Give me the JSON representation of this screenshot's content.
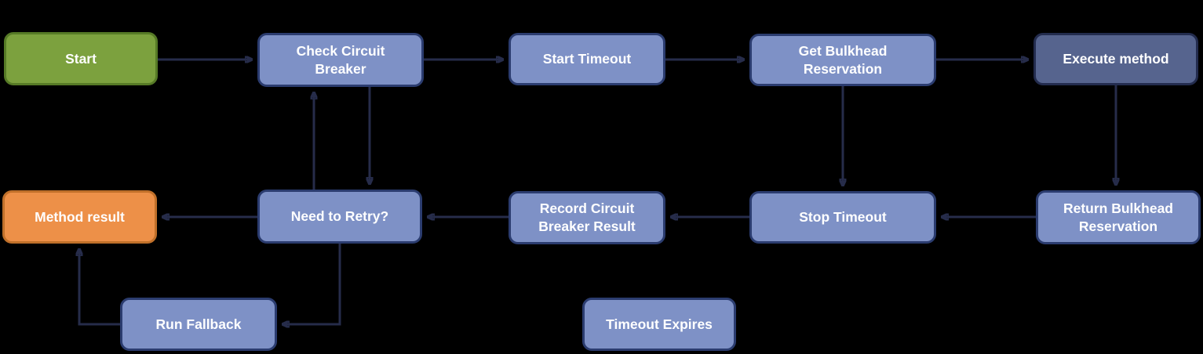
{
  "diagram": {
    "type": "flowchart",
    "nodes": {
      "start": {
        "label": "Start",
        "shape": "rounded-rect",
        "color_role": "green"
      },
      "check_circuit_breaker": {
        "label": "Check Circuit\nBreaker",
        "shape": "rounded-rect",
        "color_role": "blue"
      },
      "start_timeout": {
        "label": "Start Timeout",
        "shape": "rounded-rect",
        "color_role": "blue"
      },
      "get_bulkhead_reservation": {
        "label": "Get Bulkhead\nReservation",
        "shape": "rounded-rect",
        "color_role": "blue"
      },
      "execute_method": {
        "label": "Execute method",
        "shape": "rounded-rect",
        "color_role": "dark"
      },
      "method_result": {
        "label": "Method result",
        "shape": "rounded-rect",
        "color_role": "orange"
      },
      "need_to_retry": {
        "label": "Need to Retry?",
        "shape": "rounded-rect",
        "color_role": "blue"
      },
      "record_circuit_breaker_result": {
        "label": "Record Circuit\nBreaker Result",
        "shape": "rounded-rect",
        "color_role": "blue"
      },
      "stop_timeout": {
        "label": "Stop Timeout",
        "shape": "rounded-rect",
        "color_role": "blue"
      },
      "return_bulkhead_reservation": {
        "label": "Return Bulkhead\nReservation",
        "shape": "rounded-rect",
        "color_role": "blue"
      },
      "run_fallback": {
        "label": "Run Fallback",
        "shape": "rounded-rect",
        "color_role": "blue"
      },
      "timeout_expires": {
        "label": "Timeout Expires",
        "shape": "rounded-rect",
        "color_role": "blue"
      }
    },
    "edges": [
      {
        "from": "start",
        "to": "check_circuit_breaker"
      },
      {
        "from": "check_circuit_breaker",
        "to": "start_timeout"
      },
      {
        "from": "start_timeout",
        "to": "get_bulkhead_reservation"
      },
      {
        "from": "get_bulkhead_reservation",
        "to": "execute_method"
      },
      {
        "from": "execute_method",
        "to": "return_bulkhead_reservation"
      },
      {
        "from": "get_bulkhead_reservation",
        "to": "stop_timeout"
      },
      {
        "from": "return_bulkhead_reservation",
        "to": "stop_timeout"
      },
      {
        "from": "stop_timeout",
        "to": "record_circuit_breaker_result"
      },
      {
        "from": "record_circuit_breaker_result",
        "to": "need_to_retry"
      },
      {
        "from": "need_to_retry",
        "to": "method_result"
      },
      {
        "from": "need_to_retry",
        "to": "check_circuit_breaker"
      },
      {
        "from": "check_circuit_breaker",
        "to": "need_to_retry"
      },
      {
        "from": "need_to_retry",
        "to": "run_fallback"
      },
      {
        "from": "run_fallback",
        "to": "method_result"
      }
    ]
  },
  "colors": {
    "background": "#000000",
    "text": "#FFFFFF",
    "arrow": "#262C4A",
    "node_blue": "#7E91C6",
    "node_blue_border": "#2B3C6F",
    "node_green": "#7CA13E",
    "node_green_border": "#567A26",
    "node_orange": "#ED9048",
    "node_orange_border": "#C0702A",
    "node_dark": "#56648E",
    "node_dark_border": "#232C4E"
  }
}
